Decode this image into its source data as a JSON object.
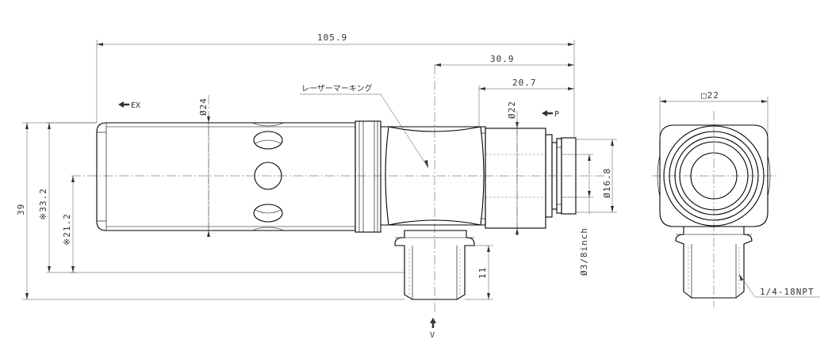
{
  "dimensions": {
    "overall_length": "105.9",
    "center_to_end": "30.9",
    "port_length": "20.7",
    "body_diameter": "Ø24",
    "port_diameter": "Ø22",
    "collar_diameter": "Ø16.8",
    "tube_size": "Ø3/8inch",
    "overall_height": "39",
    "height_33": "※33.2",
    "height_21": "※21.2",
    "thread_length": "11",
    "square_size": "□22",
    "thread_spec": "1/4-18NPT"
  },
  "labels": {
    "laser_marking": "レーザーマーキング",
    "exhaust": "EX",
    "pressure": "P",
    "vacuum": "V"
  }
}
